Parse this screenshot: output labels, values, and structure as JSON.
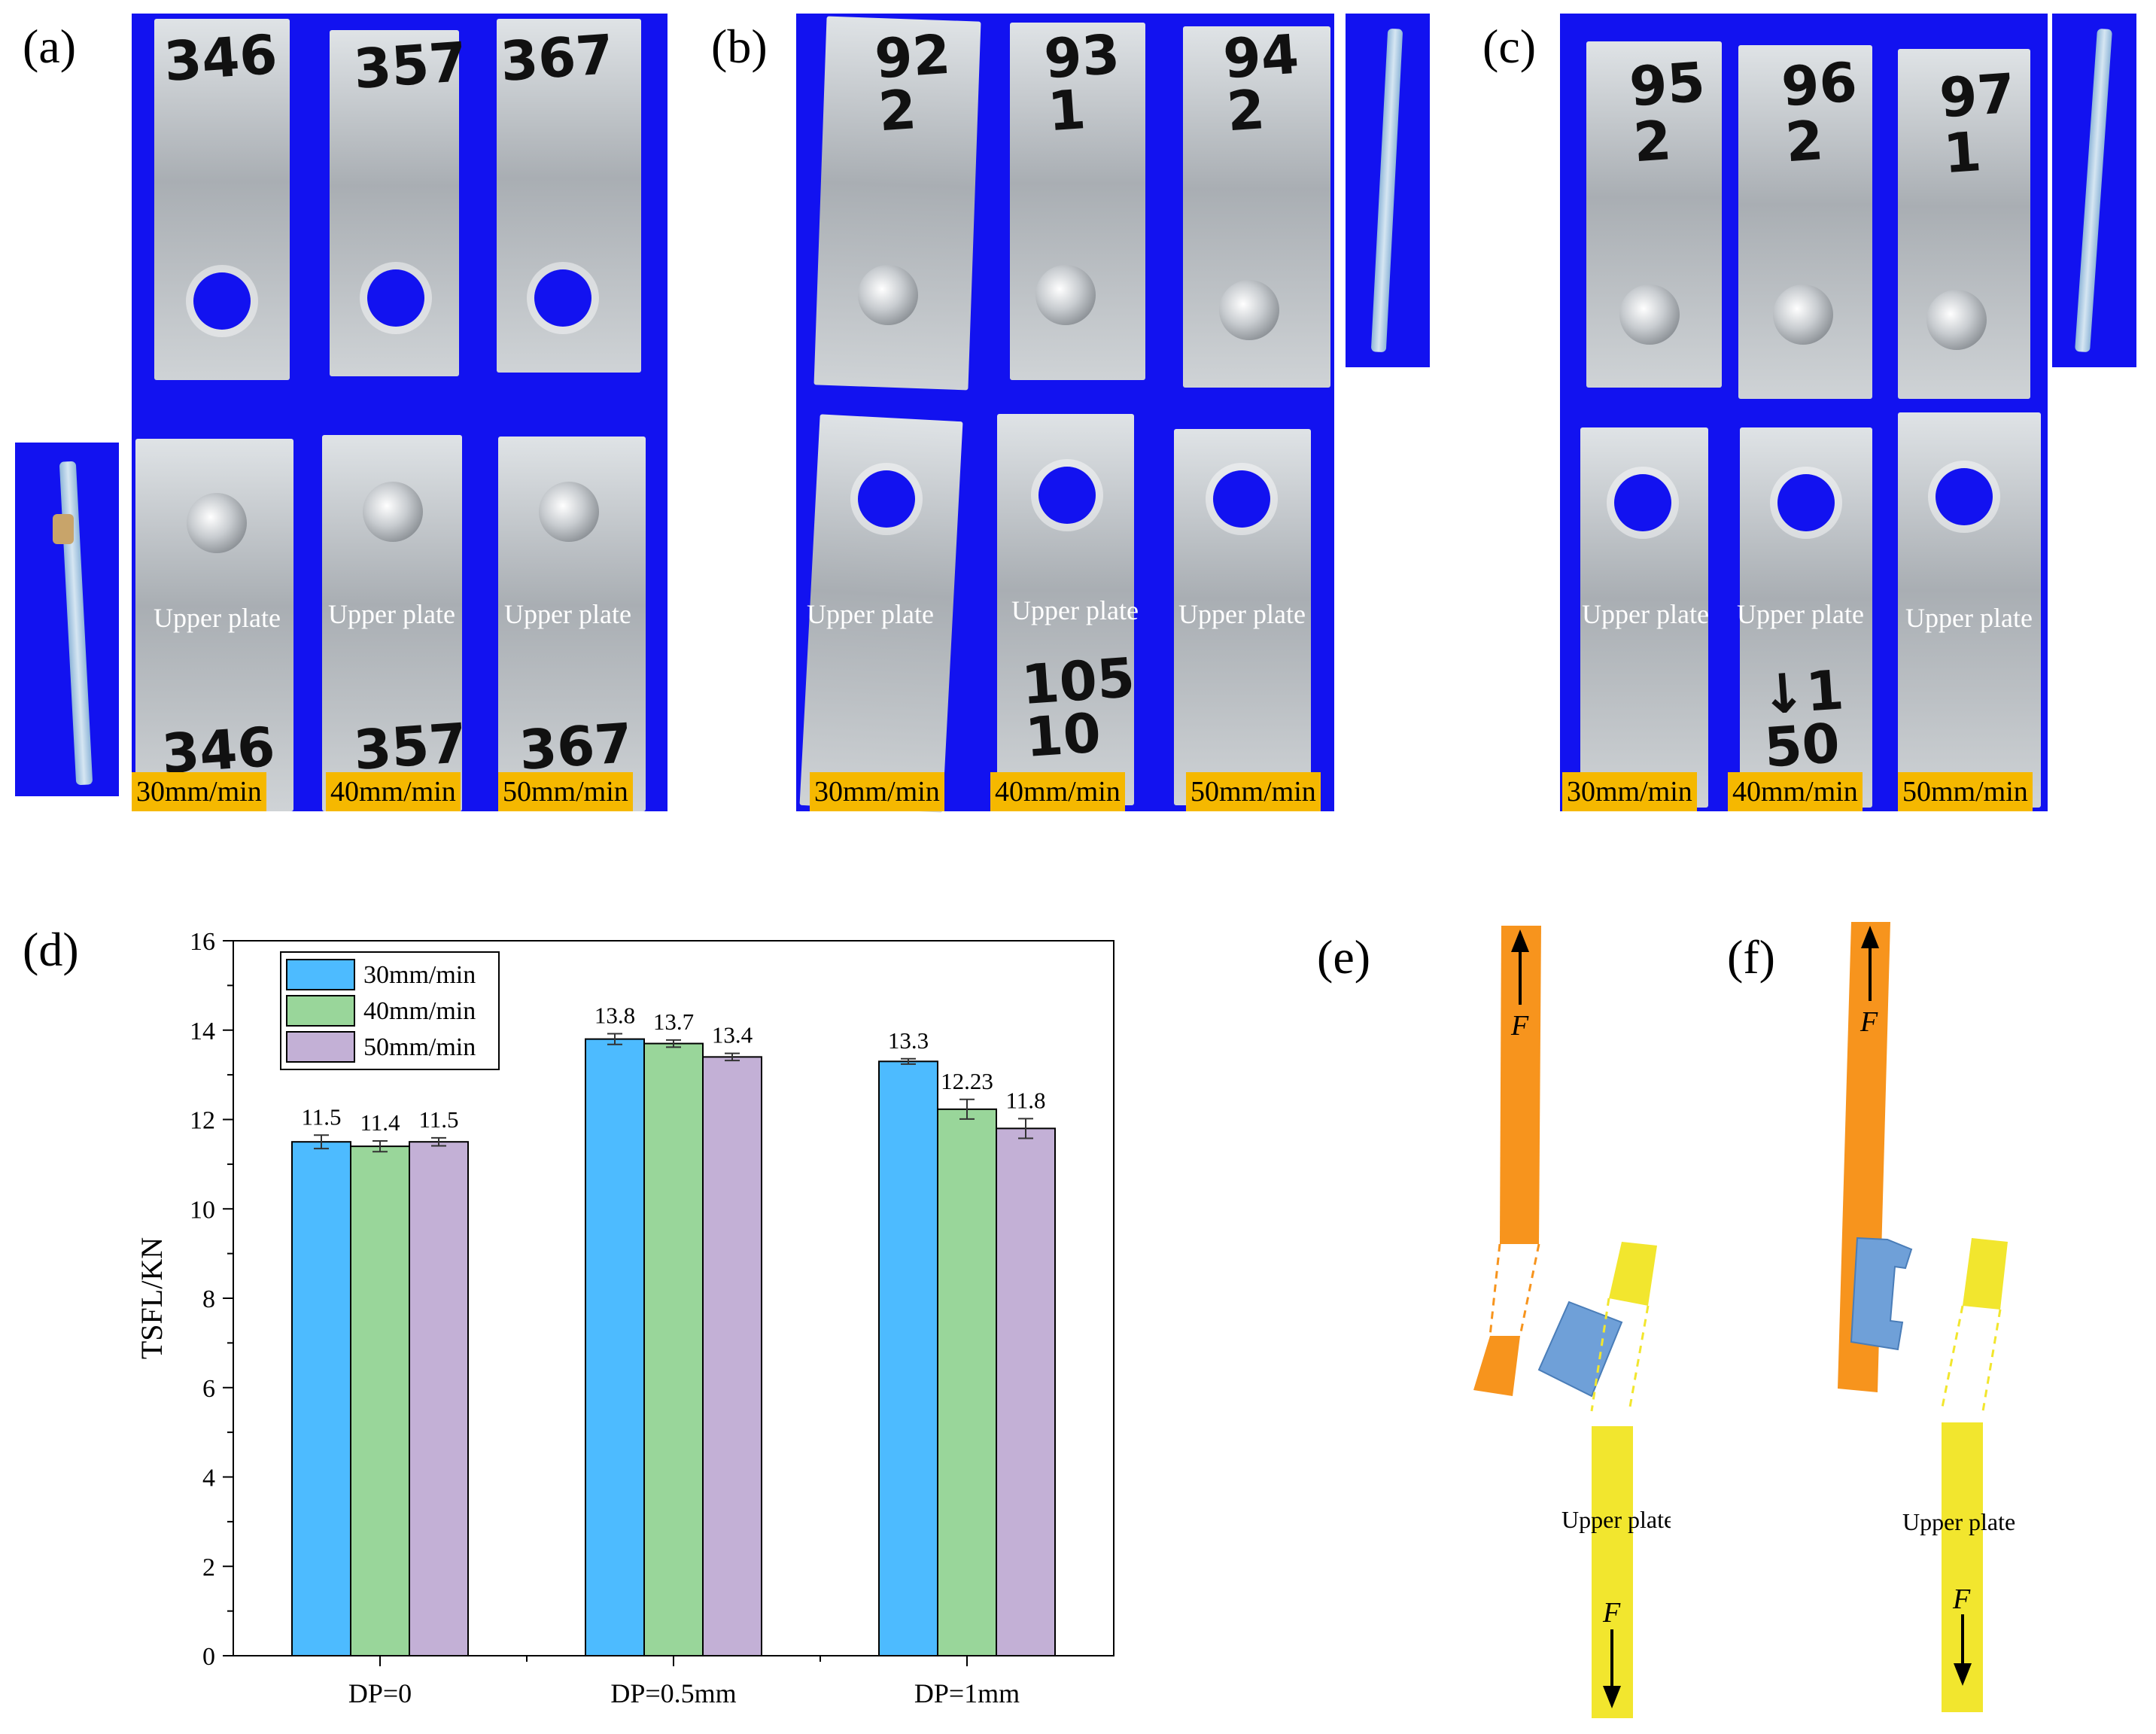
{
  "panels": {
    "a": "(a)",
    "b": "(b)",
    "c": "(c)",
    "d": "(d)",
    "e": "(e)",
    "f": "(f)"
  },
  "upper_plate_label": "Upper plate",
  "speed_tags": [
    "30mm/min",
    "40mm/min",
    "50mm/min"
  ],
  "specimen_marks": {
    "a_top": [
      "346",
      "357",
      "367"
    ],
    "a_bottom": [
      "346",
      "357",
      "367"
    ],
    "b_top": [
      "92\n2",
      "93\n1",
      "94\n2"
    ],
    "b_bottom": [
      "",
      "105\n10",
      ""
    ],
    "c_top": [
      "95\n2",
      "96\n2",
      "97\n1"
    ],
    "c_bottom": [
      "",
      "↓1\n50",
      ""
    ]
  },
  "force_label": "F",
  "colors": {
    "background_panel": "#1212f0",
    "tag": "#f5b800",
    "lower_plate": "#f7941d",
    "upper_plate": "#f2e62e",
    "rivet": "#6fa0d8",
    "series": [
      "#4dbbff",
      "#99d69a",
      "#c3b0d6"
    ]
  },
  "chart_data": {
    "type": "bar",
    "categories": [
      "DP=0",
      "DP=0.5mm",
      "DP=1mm"
    ],
    "series": [
      {
        "name": "30mm/min",
        "values": [
          11.5,
          13.8,
          13.3
        ],
        "labels": [
          "11.5",
          "13.8",
          "13.3"
        ],
        "errors": [
          0.15,
          0.12,
          0.06
        ]
      },
      {
        "name": "40mm/min",
        "values": [
          11.4,
          13.7,
          12.23
        ],
        "labels": [
          "11.4",
          "13.7",
          "12.23"
        ],
        "errors": [
          0.12,
          0.08,
          0.22
        ]
      },
      {
        "name": "50mm/min",
        "values": [
          11.5,
          13.4,
          11.8
        ],
        "labels": [
          "11.5",
          "13.4",
          "11.8"
        ],
        "errors": [
          0.09,
          0.08,
          0.22
        ]
      }
    ],
    "ylabel": "TSFL/KN",
    "xlabel": "",
    "ylim": [
      0,
      16
    ],
    "yticks": [
      0,
      2,
      4,
      6,
      8,
      10,
      12,
      14,
      16
    ],
    "legend": "top-left",
    "grid": false
  }
}
